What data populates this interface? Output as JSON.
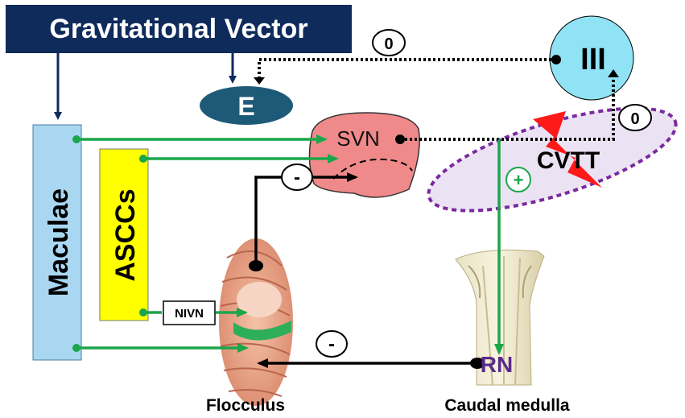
{
  "title": "Gravitational Vector",
  "nodes": {
    "e": "E",
    "iii": "III",
    "svn": "SVN",
    "cvtt": "CVTT",
    "maculae": "Maculae",
    "asccs": "ASCCs",
    "nivn": "NIVN",
    "rn": "RN",
    "flocculus": "Flocculus",
    "caudal_medulla": "Caudal medulla"
  },
  "signs": {
    "zero_top": "0",
    "zero_right": "0",
    "plus": "+",
    "minus_upper": "-",
    "minus_lower": "-"
  },
  "colors": {
    "navy": "#0f2b5c",
    "green": "#1aa64a",
    "maculae_fill": "#a9d7f2",
    "asccs_fill": "#ffff00",
    "iii_fill": "#8fe3f5",
    "e_fill": "#1d5a78",
    "svn_fill": "#f08a8a",
    "cvtt_fill": "#ebe3f3",
    "cvtt_border": "#7a2aa0",
    "rn_text": "#5a2a8a",
    "lightning": "#ff1a1a"
  }
}
